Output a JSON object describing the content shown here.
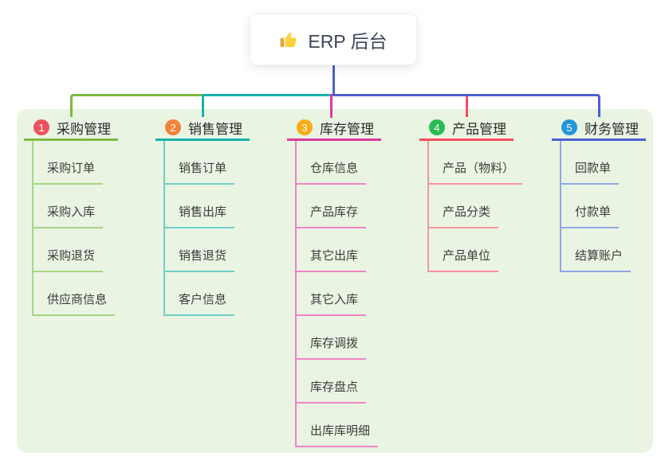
{
  "root": {
    "title": "ERP 后台",
    "icon": "thumbs-up-icon"
  },
  "branches": [
    {
      "index": "1",
      "label": "采购管理",
      "line_color": "#7dbb40",
      "child_line_color": "#a8d584",
      "badge_color": "#f0515e",
      "children": [
        "采购订单",
        "采购入库",
        "采购退货",
        "供应商信息"
      ]
    },
    {
      "index": "2",
      "label": "销售管理",
      "line_color": "#16b3ab",
      "child_line_color": "#6fcfc8",
      "badge_color": "#f6813c",
      "children": [
        "销售订单",
        "销售出库",
        "销售退货",
        "客户信息"
      ]
    },
    {
      "index": "3",
      "label": "库存管理",
      "line_color": "#dd3aa0",
      "child_line_color": "#f184c5",
      "badge_color": "#f8ad18",
      "children": [
        "仓库信息",
        "产品库存",
        "其它出库",
        "其它入库",
        "库存调拨",
        "库存盘点",
        "出库库明细"
      ]
    },
    {
      "index": "4",
      "label": "产品管理",
      "line_color": "#f74a5e",
      "child_line_color": "#fa93a2",
      "badge_color": "#2abc52",
      "children": [
        "产品（物料）",
        "产品分类",
        "产品单位"
      ]
    },
    {
      "index": "5",
      "label": "财务管理",
      "line_color": "#4a60d0",
      "child_line_color": "#93a6e8",
      "badge_color": "#2396dc",
      "children": [
        "回款单",
        "付款单",
        "结算账户"
      ]
    }
  ],
  "colors": {
    "trunk": "#4c5fd2",
    "panel_background": "#e9f5e2",
    "canvas_background": "#ffffff",
    "root_icon_yellow": "#fdd23a"
  }
}
